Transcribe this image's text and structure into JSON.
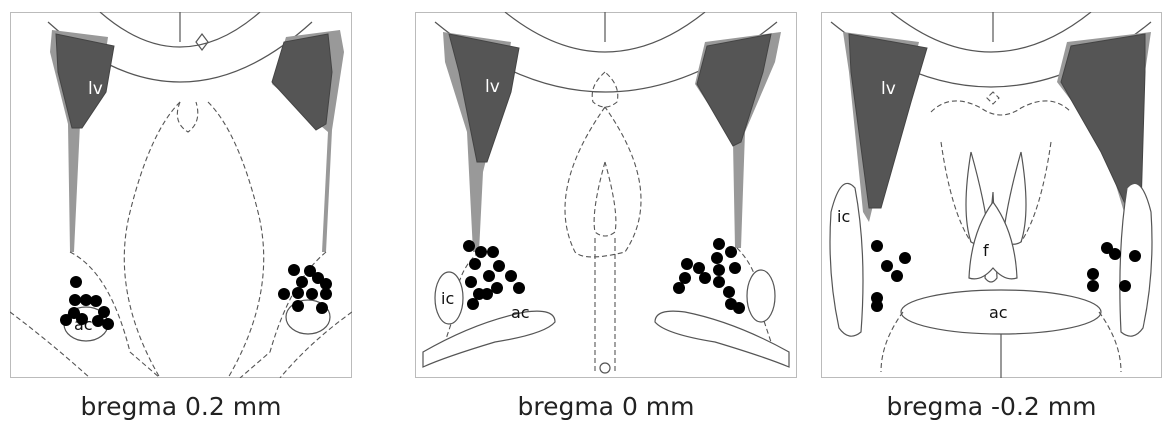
{
  "panels": [
    {
      "caption": "bregma 0.2 mm",
      "labels": {
        "ventricle": "lv",
        "commissure": "ac"
      },
      "left_dots": 10,
      "right_dots": 11
    },
    {
      "caption": "bregma 0 mm",
      "labels": {
        "ventricle": "lv",
        "capsule": "ic",
        "commissure": "ac"
      },
      "left_dots": 13,
      "right_dots": 14
    },
    {
      "caption": "bregma -0.2 mm",
      "labels": {
        "ventricle": "lv",
        "capsule": "ic",
        "fornix": "f",
        "commissure": "ac"
      },
      "left_dots": 6,
      "right_dots": 6
    }
  ],
  "colors": {
    "ventricle": "#555555",
    "ventricle_rim": "#999999",
    "injection_site": "#000000",
    "outline": "#555555"
  }
}
